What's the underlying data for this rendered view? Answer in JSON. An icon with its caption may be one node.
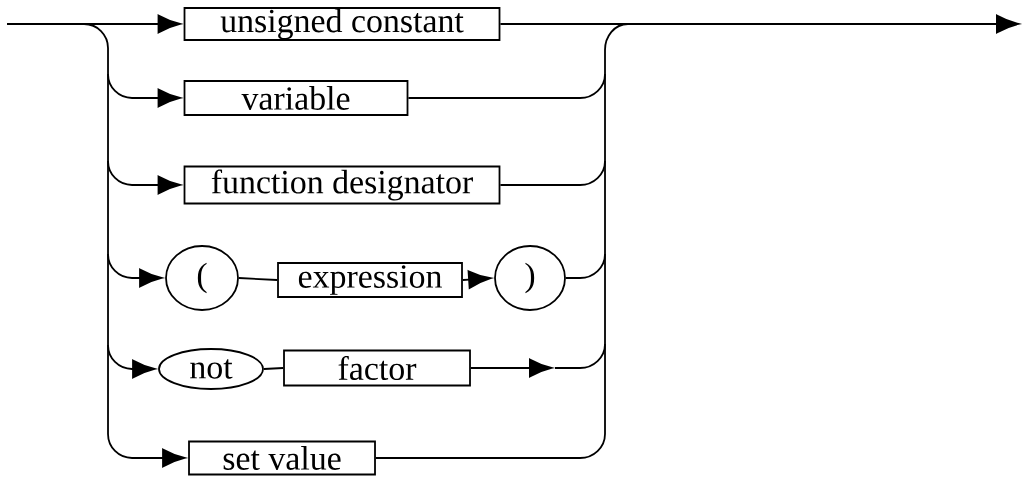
{
  "diagram": {
    "nodes": [
      {
        "text": [
          "unsigned constant"
        ]
      },
      {
        "text": [
          "variable"
        ]
      },
      {
        "text": [
          "function designator"
        ]
      },
      {
        "text": [
          "("
        ]
      },
      {
        "text": [
          "expression"
        ]
      },
      {
        "text": [
          ")"
        ]
      },
      {
        "text": [
          "not"
        ]
      },
      {
        "text": [
          "factor"
        ]
      },
      {
        "text": [
          "set value"
        ]
      }
    ],
    "edges": [
      {
        "from": null,
        "to": 0,
        "arrow": "to"
      },
      {
        "from": 0,
        "to": null,
        "arrow": "to"
      },
      {
        "from": null,
        "to": 1,
        "arrow": "to"
      },
      {
        "from": 1,
        "to": null,
        "arrow": "none"
      },
      {
        "from": null,
        "to": 2,
        "arrow": "to"
      },
      {
        "from": 2,
        "to": null,
        "arrow": "none"
      },
      {
        "from": null,
        "to": 3,
        "arrow": "to"
      },
      {
        "from": 3,
        "to": 4,
        "arrow": "none"
      },
      {
        "from": 4,
        "to": 5,
        "arrow": "to"
      },
      {
        "from": 5,
        "to": null,
        "arrow": "none"
      },
      {
        "from": null,
        "to": 6,
        "arrow": "to"
      },
      {
        "from": 6,
        "to": 7,
        "arrow": "none"
      },
      {
        "from": 7,
        "to": null,
        "arrow": "to"
      },
      {
        "from": null,
        "to": 8,
        "arrow": "to"
      },
      {
        "from": 8,
        "to": null,
        "arrow": "none"
      }
    ]
  }
}
